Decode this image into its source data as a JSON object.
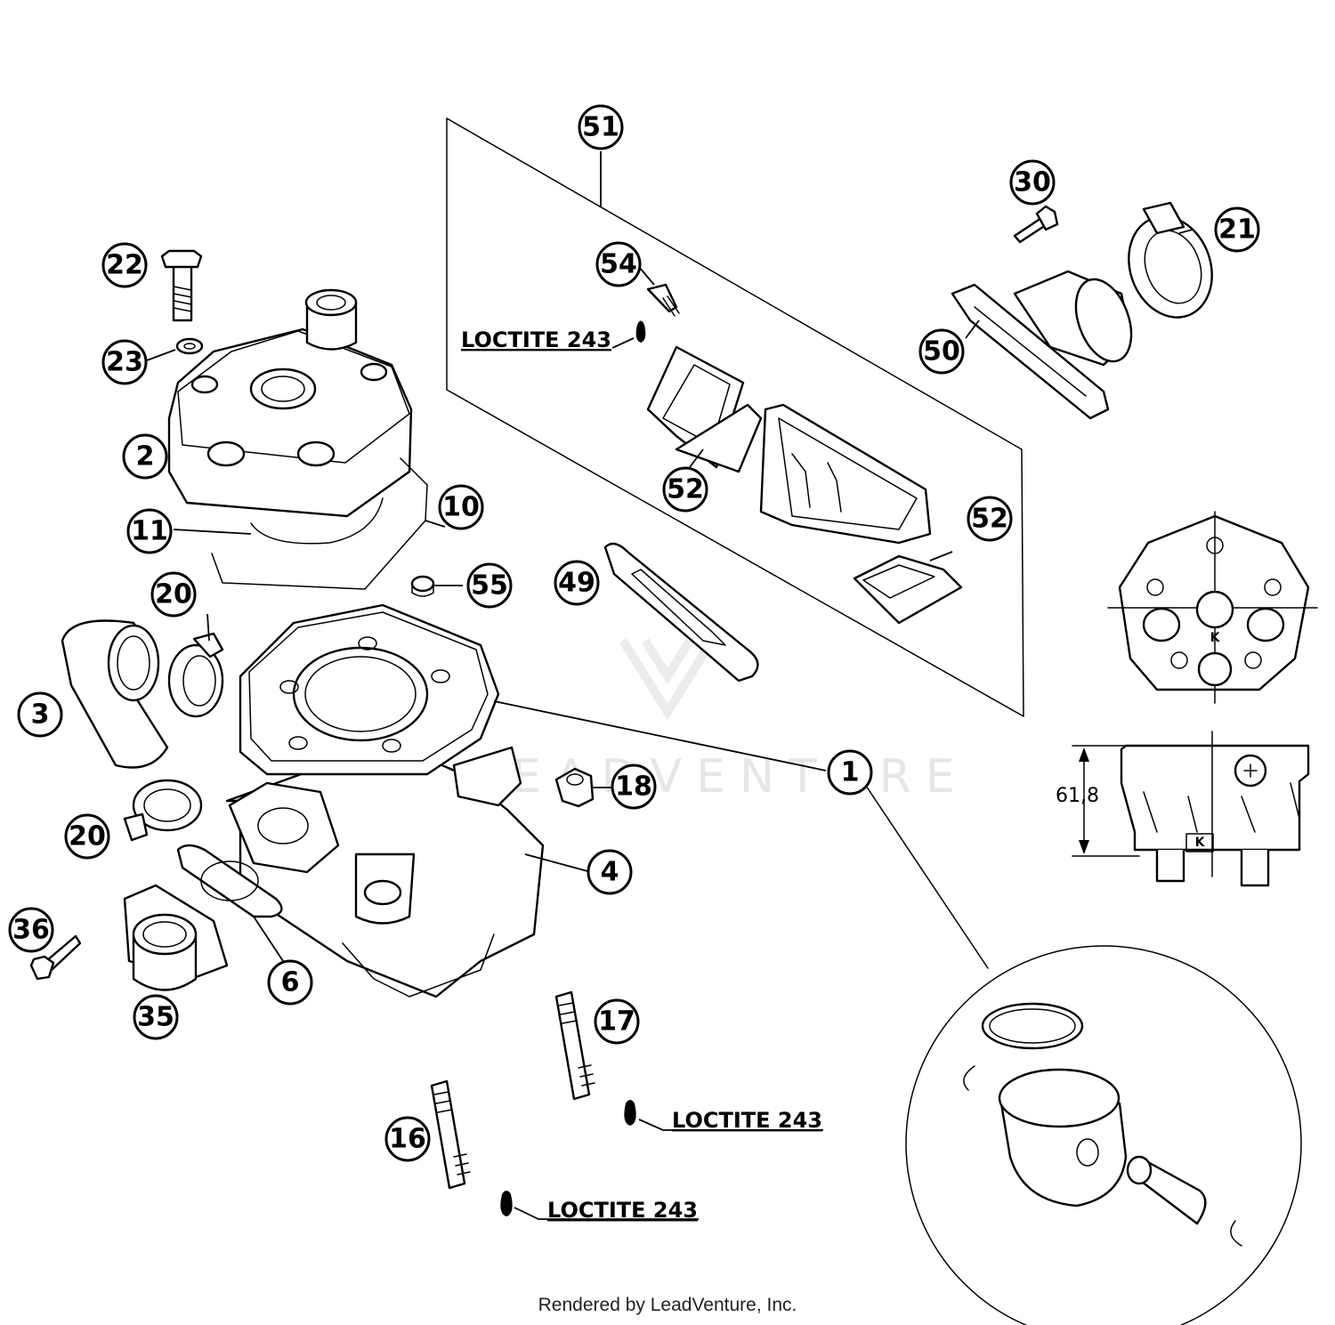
{
  "callouts": [
    "1",
    "2",
    "3",
    "4",
    "6",
    "10",
    "11",
    "16",
    "17",
    "18",
    "20",
    "20",
    "21",
    "22",
    "23",
    "30",
    "35",
    "36",
    "49",
    "50",
    "51",
    "52",
    "52",
    "54",
    "55"
  ],
  "loctite_label": "LOCTITE 243",
  "dimension_label": "61,8",
  "k_mark": "K",
  "watermark": "LEADVENTURE",
  "footer": "Rendered by LeadVenture, Inc."
}
